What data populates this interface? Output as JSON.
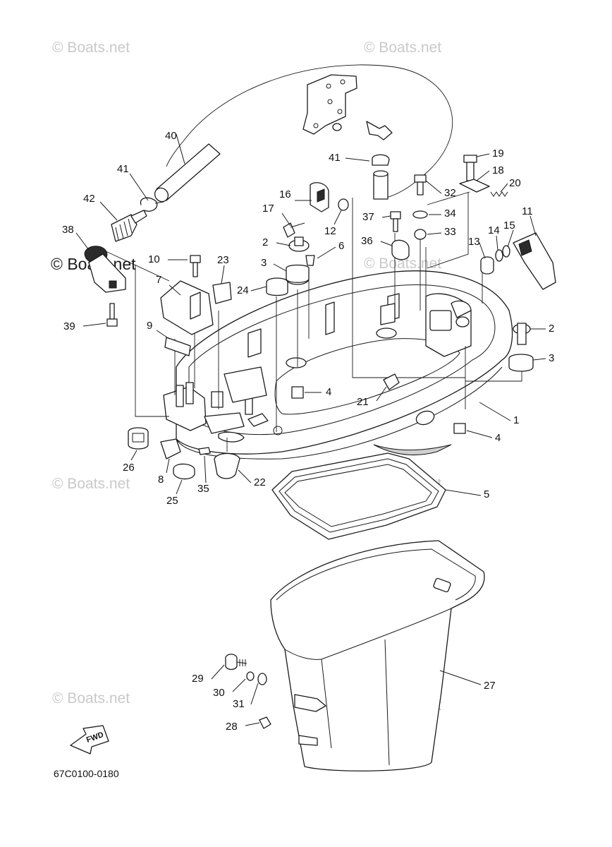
{
  "diagram": {
    "part_code": "67C0100-0180",
    "fwd_label": "FWD",
    "watermark": "© Boats.net",
    "callouts": [
      "1",
      "2",
      "3",
      "4",
      "5",
      "6",
      "7",
      "8",
      "9",
      "10",
      "11",
      "12",
      "13",
      "14",
      "15",
      "16",
      "17",
      "18",
      "19",
      "20",
      "21",
      "22",
      "23",
      "24",
      "25",
      "26",
      "27",
      "28",
      "29",
      "30",
      "31",
      "32",
      "33",
      "34",
      "35",
      "36",
      "37",
      "38",
      "39",
      "40",
      "41",
      "42"
    ],
    "colors": {
      "line": "#1a1a1a",
      "watermark": "#c9c9c9",
      "background": "#ffffff"
    }
  }
}
